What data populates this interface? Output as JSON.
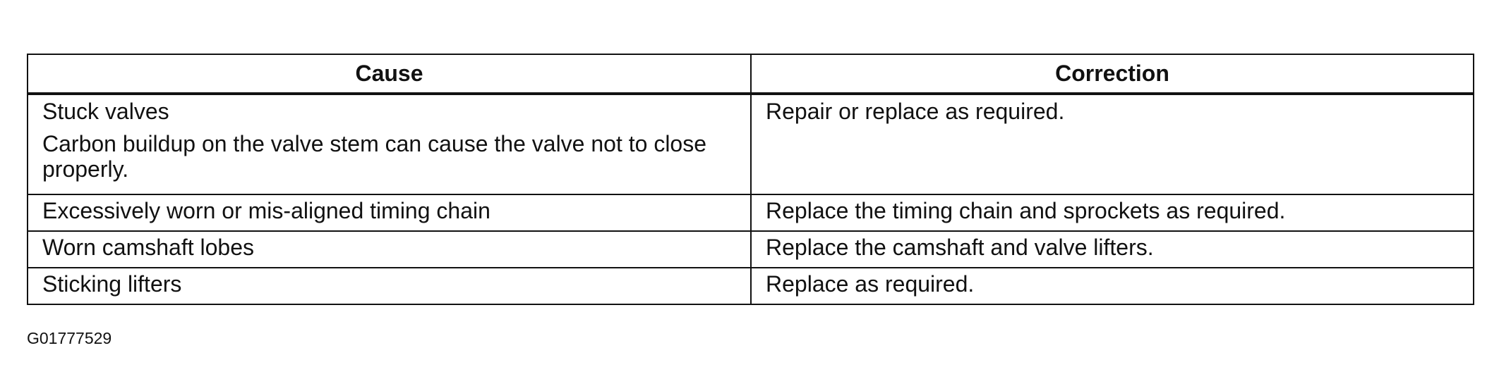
{
  "table": {
    "headers": {
      "cause": "Cause",
      "correction": "Correction"
    },
    "rows": [
      {
        "cause_title": "Stuck valves",
        "cause_detail": "Carbon buildup on the valve stem can cause the valve not to close properly.",
        "correction": "Repair or replace as required."
      },
      {
        "cause_title": "Excessively worn or mis-aligned timing chain",
        "correction": "Replace the timing chain and sprockets as required."
      },
      {
        "cause_title": "Worn camshaft lobes",
        "correction": "Replace the camshaft and valve lifters."
      },
      {
        "cause_title": "Sticking lifters",
        "correction": "Replace as required."
      }
    ]
  },
  "figure_id": "G01777529"
}
